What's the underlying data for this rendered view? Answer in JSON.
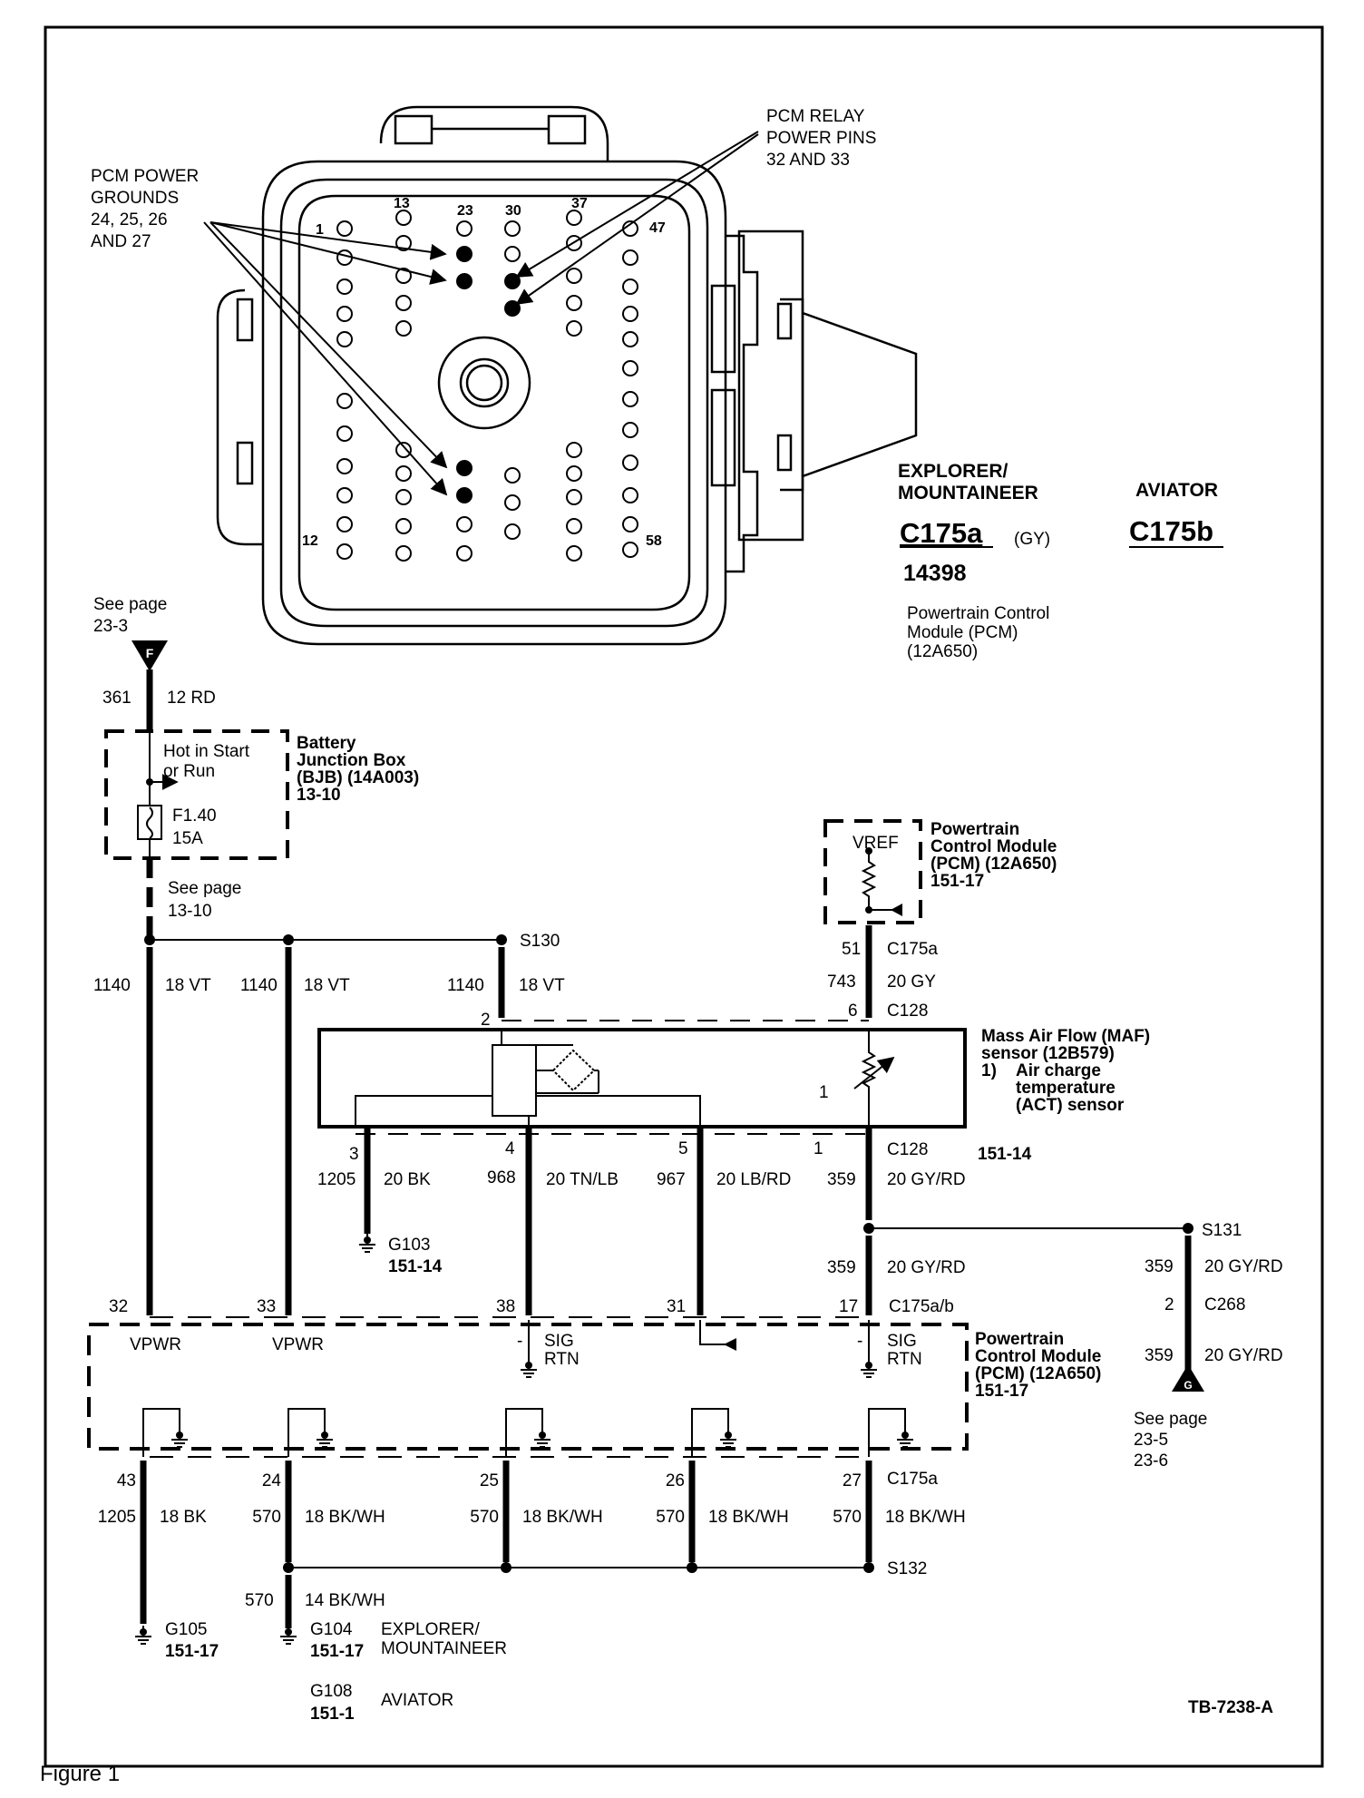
{
  "figure_caption": "Figure 1",
  "drawing_id": "TB-7238-A",
  "connector_view": {
    "callout_grounds": [
      "PCM POWER",
      "GROUNDS",
      "24, 25, 26",
      "AND 27"
    ],
    "callout_relay": [
      "PCM RELAY",
      "POWER PINS",
      "32 AND 33"
    ],
    "pin_numbers": {
      "p1": "1",
      "p13": "13",
      "p23": "23",
      "p30": "30",
      "p37": "37",
      "p47": "47",
      "p12": "12",
      "p58": "58"
    },
    "highlighted_pins": {
      "grounds": [
        "24",
        "25",
        "26",
        "27"
      ],
      "relay_power": [
        "32",
        "33"
      ]
    }
  },
  "connector_info": {
    "explorer_label": [
      "EXPLORER/",
      "MOUNTAINEER"
    ],
    "aviator_label": "AVIATOR",
    "connector_a": "C175a",
    "connector_a_color": "(GY)",
    "connector_b": "C175b",
    "part_number": "14398",
    "module_desc": [
      "Powertrain Control",
      "Module (PCM)",
      "(12A650)"
    ]
  },
  "feed": {
    "see_page_top": [
      "See page",
      "23-3"
    ],
    "terminal_f": "F",
    "circuit": "361",
    "wire": "12 RD",
    "bjb_hot": [
      "Hot in Start",
      "or Run"
    ],
    "fuse_id": "F1.40",
    "fuse_rating": "15A",
    "bjb_label": [
      "Battery",
      "Junction Box",
      "(BJB) (14A003)",
      "13-10"
    ],
    "see_page_bjb": [
      "See page",
      "13-10"
    ]
  },
  "vpwr_splice": {
    "splice": "S130",
    "branches": [
      {
        "circuit": "1140",
        "wire": "18 VT"
      },
      {
        "circuit": "1140",
        "wire": "18 VT"
      },
      {
        "circuit": "1140",
        "wire": "18 VT"
      }
    ]
  },
  "pcm_vref": {
    "vref": "VREF",
    "label": [
      "Powertrain",
      "Control Module",
      "(PCM) (12A650)",
      "151-17"
    ],
    "pin": "51",
    "connector": "C175a",
    "circuit": "743",
    "wire": "20 GY",
    "maf_pin": "6",
    "maf_conn": "C128"
  },
  "maf": {
    "pin_top": "2",
    "label": [
      "Mass Air Flow (MAF)",
      "sensor (12B579)",
      "1)",
      "Air charge",
      "temperature",
      "(ACT) sensor"
    ],
    "act_ref": "1",
    "page_ref": "151-14",
    "bottom_conn": "C128",
    "pins": [
      {
        "pin": "3",
        "circuit": "1205",
        "wire": "20 BK"
      },
      {
        "pin": "4",
        "circuit": "968",
        "wire": "20 TN/LB"
      },
      {
        "pin": "5",
        "circuit": "967",
        "wire": "20 LB/RD"
      },
      {
        "pin": "1",
        "circuit": "359",
        "wire": "20 GY/RD"
      }
    ],
    "ground": {
      "id": "G103",
      "page": "151-14"
    }
  },
  "act_circuit": {
    "circuit": "359",
    "wire": "20 GY/RD",
    "splice": "S131",
    "branch_circuit": "359",
    "branch_wire": "20 GY/RD",
    "c268_pin": "2",
    "c268": "C268",
    "after_circuit": "359",
    "after_wire": "20 GY/RD",
    "terminal_g": "G",
    "see_page": [
      "See page",
      "23-5",
      "23-6"
    ]
  },
  "pcm_bottom": {
    "top_pins": [
      "32",
      "33",
      "38",
      "31",
      "17"
    ],
    "top_conn": "C175a/b",
    "vpwr": "VPWR",
    "sig_rtn": [
      "SIG",
      "RTN"
    ],
    "minus": "-",
    "label": [
      "Powertrain",
      "Control Module",
      "(PCM) (12A650)",
      "151-17"
    ],
    "ground_pins": [
      {
        "pin": "43",
        "circuit": "1205",
        "wire": "18 BK"
      },
      {
        "pin": "24",
        "circuit": "570",
        "wire": "18 BK/WH"
      },
      {
        "pin": "25",
        "circuit": "570",
        "wire": "18 BK/WH"
      },
      {
        "pin": "26",
        "circuit": "570",
        "wire": "18 BK/WH"
      },
      {
        "pin": "27",
        "circuit": "570",
        "wire": "18 BK/WH"
      }
    ],
    "bottom_conn": "C175a",
    "splice": "S132",
    "after_splice": {
      "circuit": "570",
      "wire": "14 BK/WH"
    },
    "g105": {
      "id": "G105",
      "page": "151-17"
    },
    "g104": {
      "id": "G104",
      "page": "151-17",
      "vehicle": [
        "EXPLORER/",
        "MOUNTAINEER"
      ]
    },
    "g108": {
      "id": "G108",
      "page": "151-1",
      "vehicle": "AVIATOR"
    }
  }
}
